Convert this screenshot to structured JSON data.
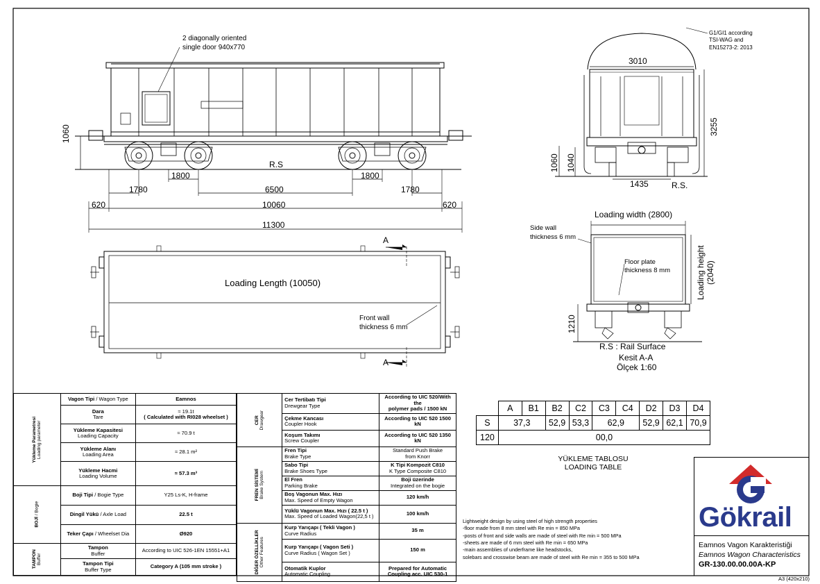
{
  "drawing": {
    "door_note": [
      "2 diagonally oriented",
      "single door 940x770"
    ],
    "gauge_note": [
      "G1/GI1 according",
      "TSI-WAG and",
      "EN15273-2: 2013"
    ],
    "side_dims": {
      "height_1060": "1060",
      "rs": "R.S",
      "d1780a": "1780",
      "d1800a": "1800",
      "d6500": "6500",
      "d1800b": "1800",
      "d1780b": "1780",
      "d620a": "620",
      "d10060": "10060",
      "d620b": "620",
      "d11300": "11300"
    },
    "end_dims": {
      "d3010": "3010",
      "d3255": "3255",
      "d1060": "1060",
      "d1040": "1040",
      "d1435": "1435",
      "rs": "R.S."
    },
    "plan": {
      "loading_length": "Loading Length (10050)",
      "front_wall": [
        "Front wall",
        "thickness 6 mm"
      ],
      "section_a_top": "A",
      "section_a_bottom": "A"
    },
    "section": {
      "loading_width": "Loading width (2800)",
      "side_wall": [
        "Side wall",
        "thickness 6 mm"
      ],
      "floor_plate": [
        "Floor plate",
        "thickness 8 mm"
      ],
      "loading_height": [
        "Loading height",
        "(2040)"
      ],
      "d1210": "1210",
      "rail_surface": "R.S : Rail Surface",
      "kesit": "Kesit A-A",
      "olcek": "Ölçek 1:60"
    }
  },
  "spec_table": {
    "left": [
      {
        "group": "",
        "label_tr": "Vagon Tipi",
        "label_en": "Wagon Type",
        "inline": true,
        "value": "Eamnos",
        "bold": true
      },
      {
        "group": "",
        "label_tr": "Dara",
        "label_en": "Tare",
        "value": "≈ 19.1t",
        "value2": "( Calculated with RI028 wheelset )",
        "bold": false
      },
      {
        "group": "",
        "label_tr": "Yükleme Kapasitesi",
        "label_en": "Loading Capacity",
        "value": "≈ 70.9 t",
        "bold": false
      },
      {
        "group": "",
        "label_tr": "Yükleme Alanı",
        "label_en": "Loading Area",
        "value": "≈ 28.1 m²",
        "bold": false
      },
      {
        "group": "",
        "label_tr": "Yükleme Hacmi",
        "label_en": "Loading Volume",
        "value": "≈ 57.3 m³",
        "bold": false
      },
      {
        "group": "",
        "label_tr": "Boji Tipi",
        "label_en": "Bogie Type",
        "inline": true,
        "value": "Y25 Ls-K, H-frame",
        "bold": false
      },
      {
        "group": "",
        "label_tr": "Dingil Yükü",
        "label_en": "Axle Load",
        "inline": true,
        "value": "22.5 t",
        "bold": true
      },
      {
        "group": "",
        "label_tr": "Teker Çapı",
        "label_en": "Wheelset Dia",
        "inline": true,
        "value": "Ø920",
        "bold": true
      },
      {
        "group": "",
        "label_tr": "Tampon",
        "label_en": "Buffer",
        "value": "According to UIC 526-1EN 15551+A1",
        "bold": false
      },
      {
        "group": "",
        "label_tr": "Tampon Tipi",
        "label_en": "Buffer Type",
        "value": "Category A (105 mm stroke )",
        "bold": true
      }
    ],
    "groups_left": [
      {
        "tr": "Yükleme Parametresi",
        "en": "Loading parameter"
      },
      {
        "tr": "BOJİ",
        "en": "Bogie"
      },
      {
        "tr": "TAMPON",
        "en": "Buffer"
      }
    ],
    "right": [
      {
        "label_tr": "Cer Tertibatı Tipi",
        "label_en": "Drewgear Type",
        "value": "According to UIC 520/With the",
        "value2": "polymer pads / 1500 kN",
        "bold": true
      },
      {
        "label_tr": "Çekme Kancası",
        "label_en": "Coupler Hook",
        "value": "According to UIC 520 1500 kN",
        "bold": true
      },
      {
        "label_tr": "Koşum Takımı",
        "label_en": "Screw Coupler",
        "value": "According to UIC 520 1350 kN",
        "bold": true
      },
      {
        "label_tr": "Fren Tipi",
        "label_en": "Brake Type",
        "value": "Standard Push Brake",
        "value2": "from Knorr",
        "bold": false
      },
      {
        "label_tr": "Sabo Tipi",
        "label_en": "Brake Shoes Type",
        "value": "K Tipi Kompozit C810",
        "value2": "K Type Composite C810",
        "bold": true
      },
      {
        "label_tr": "El Fren",
        "label_en": "Parking Brake",
        "value": "Boji üzerinde",
        "value2": "Integrated on the bogie",
        "bold": true
      },
      {
        "label_tr": "Boş Vagonun Max. Hızı",
        "label_en": "Max. Speed of Empty Wagon",
        "value": "120 km/h",
        "bold": true
      },
      {
        "label_tr": "Yüklü Vagonun Max. Hızı ( 22.5 t )",
        "label_en": "Max. Speed of Loaded Wagon(22,5 t )",
        "value": "100 km/h",
        "bold": true
      },
      {
        "label_tr": "Kurp Yarıçapı ( Tekli Vagon )",
        "label_en": "Curve Radius",
        "value": "35 m",
        "bold": true
      },
      {
        "label_tr": "Kurp Yarıçapı ( Vagon Seti )",
        "label_en": "Curve Radius ( Wagon Set )",
        "value": "150 m",
        "bold": true
      },
      {
        "label_tr": "Otomatik Kuplor",
        "label_en": "Automatic Coupling",
        "value": "Prepared for Automatic",
        "value2": "Coupling acc. UIC 530-1",
        "bold": true
      }
    ],
    "groups_right": [
      {
        "tr": "CER",
        "en": "Drawgear"
      },
      {
        "tr": "FREN SİSTEMİ",
        "en": "Brake System"
      },
      {
        "tr": "DİĞER ÖZELLİKLER",
        "en": "Other Features"
      }
    ]
  },
  "loading_table": {
    "headers": [
      "",
      "A",
      "B1",
      "B2",
      "C2",
      "C3",
      "C4",
      "D2",
      "D3",
      "D4"
    ],
    "row_s": {
      "label": "S",
      "a_b1": "37,3",
      "b2": "52,9",
      "c2": "53,3",
      "c3_c4": "62,9",
      "d2": "52,9",
      "d3": "62,1",
      "d4": "70,9"
    },
    "row_120": {
      "label": "120",
      "value": "00,0"
    },
    "title_tr": "YÜKLEME TABLOSU",
    "title_en": "LOADING TABLE"
  },
  "notes": [
    "Lightweight design by using steel of high strength properties",
    "-floor made from 8 mm steel with Re min = 850 MPa",
    "-posts of front and side walls are made of steel with Re min = 500 MPa",
    "-sheets are made of 6 mm steel with Re min = 650 MPa",
    "-main assemblies of underframe like headstocks,",
    "solebars and crosswise beam are made of steel with Re min = 355 to 500 MPa"
  ],
  "title_block": {
    "logo": "Gökrail",
    "title_tr": "Eamnos Vagon Karakteristiği",
    "title_en": "Eamnos Wagon Characteristics",
    "drawing_no": "GR-130.00.00.00A-KP",
    "sheet_size": "A3 (420x210)"
  },
  "colors": {
    "line": "#000000",
    "logo_blue": "#2a3a8c",
    "logo_red": "#d22b2b"
  }
}
